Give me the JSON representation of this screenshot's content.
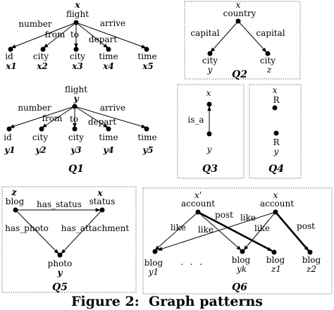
{
  "caption": "Figure 2:  Graph patterns",
  "q1_top": {
    "root_var": "x",
    "root_label": "flight",
    "edges": [
      "number",
      "from",
      "to",
      "depart",
      "arrive"
    ],
    "leaves": [
      "id",
      "city",
      "city",
      "time",
      "time"
    ],
    "leaf_vars": [
      "x1",
      "x2",
      "x3",
      "x4",
      "x5"
    ]
  },
  "q1": {
    "root_label": "flight",
    "root_var": "y",
    "edges": [
      "number",
      "from",
      "to",
      "depart",
      "arrive"
    ],
    "leaves": [
      "id",
      "city",
      "city",
      "time",
      "time"
    ],
    "leaf_vars": [
      "y1",
      "y2",
      "y3",
      "y4",
      "y5"
    ],
    "label": "Q1"
  },
  "q2": {
    "root_var": "x",
    "root_label": "country",
    "edges": [
      "capital",
      "capital"
    ],
    "leaves": [
      "city",
      "city"
    ],
    "leaf_vars": [
      "y",
      "z"
    ],
    "label": "Q2"
  },
  "q3": {
    "top_var": "x",
    "edge": "is_a",
    "bottom_var": "y",
    "label": "Q3"
  },
  "q4": {
    "top_var": "x",
    "top_label": "R",
    "bottom_label": "R",
    "bottom_var": "y",
    "label": "Q4"
  },
  "q5": {
    "blog_var": "z",
    "blog_label": "blog",
    "status_var": "x",
    "status_label": "status",
    "photo_label": "photo",
    "photo_var": "y",
    "edges": [
      "has_status",
      "has_photo",
      "has_attachment"
    ],
    "label": "Q5"
  },
  "q6": {
    "acc1_var": "x'",
    "acc1_label": "account",
    "acc2_var": "x",
    "acc2_label": "account",
    "blogs": [
      "blog",
      "blog",
      "blog",
      "blog"
    ],
    "blog_vars": [
      "y1",
      "yk",
      "z1",
      "z2"
    ],
    "ellipsis": ". . .",
    "edges": [
      "like",
      "like",
      "post",
      "like",
      "like",
      "post"
    ],
    "label": "Q6"
  }
}
